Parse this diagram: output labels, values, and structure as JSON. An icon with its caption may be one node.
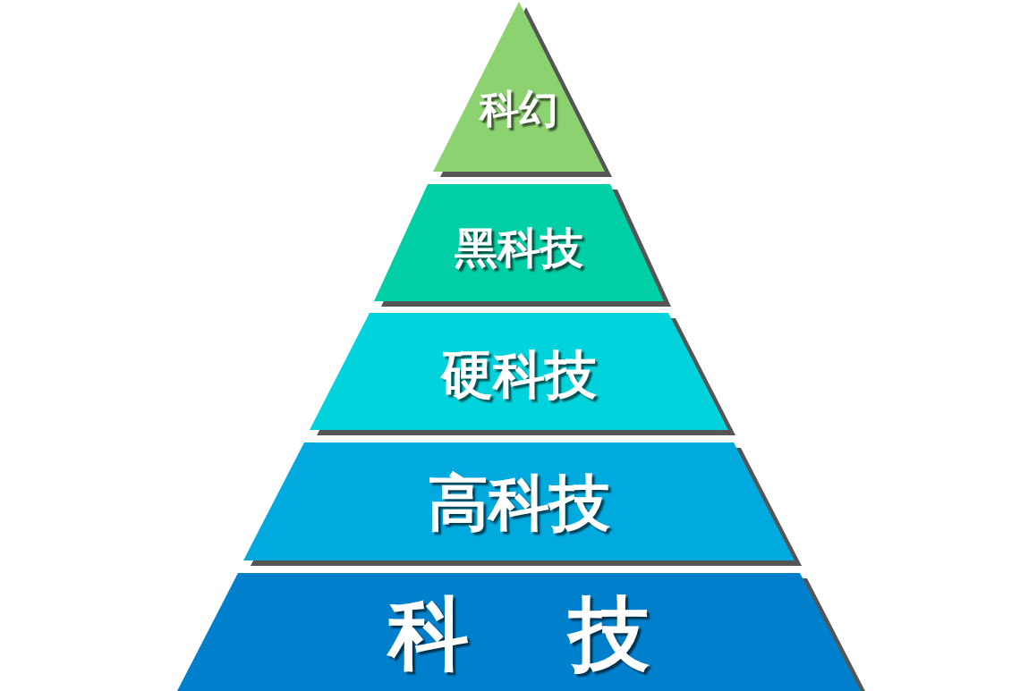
{
  "diagram": {
    "nodes": [
      {
        "text": [
          "科幻"
        ]
      },
      {
        "text": [
          "黑科技"
        ]
      },
      {
        "text": [
          "硬科技"
        ]
      },
      {
        "text": [
          "高科技"
        ]
      },
      {
        "text": [
          "科 技"
        ]
      }
    ]
  }
}
